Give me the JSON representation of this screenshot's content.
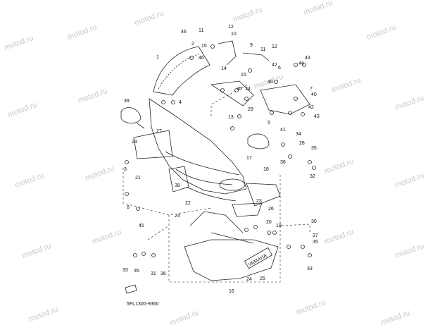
{
  "watermark": "motod.ru",
  "part_code": "5FL1300-9360",
  "callouts": [
    "1",
    "2",
    "3",
    "4",
    "5",
    "6",
    "7",
    "8",
    "9",
    "10",
    "11",
    "12",
    "13",
    "14",
    "15",
    "16",
    "17",
    "18",
    "19",
    "20",
    "21",
    "22",
    "23",
    "24",
    "25",
    "26",
    "27",
    "28",
    "29",
    "30",
    "31",
    "32",
    "33",
    "34",
    "35",
    "36",
    "37",
    "38",
    "39",
    "40",
    "41",
    "42",
    "43",
    "44",
    "45",
    "46"
  ],
  "decal_text": "YAMAHA"
}
